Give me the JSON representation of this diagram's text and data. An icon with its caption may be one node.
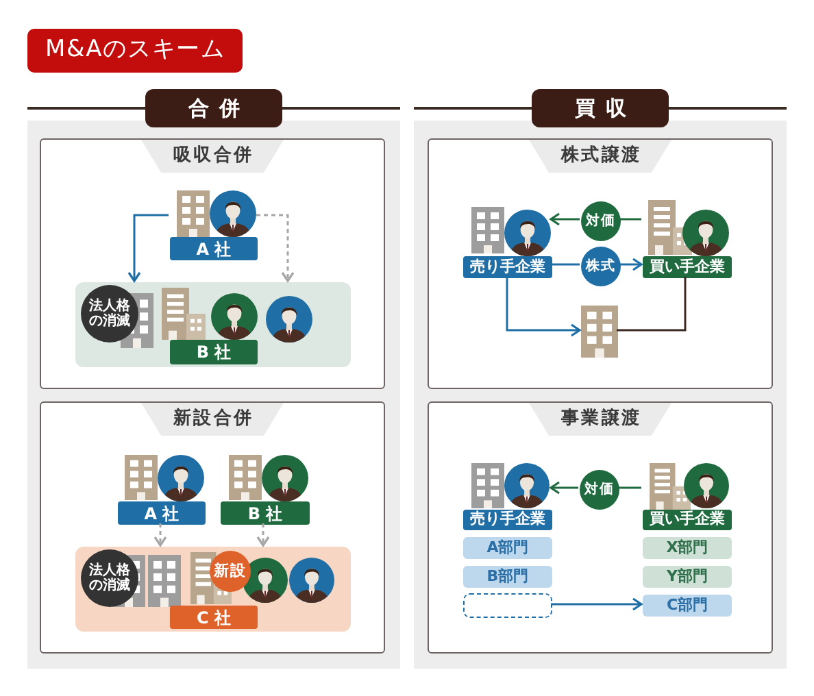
{
  "diagram": {
    "title": "M&Aのスキーム",
    "nodes": [
      {
        "text": [
          "合併"
        ]
      },
      {
        "text": [
          "吸収合併"
        ],
        "in": 0
      },
      {
        "text": [
          "A 社"
        ],
        "in": 1
      },
      {
        "text": [
          "B 社"
        ],
        "in": 1
      },
      {
        "text": [
          "法人格の消滅"
        ],
        "in": 3
      },
      {
        "text": [
          "新設合併"
        ],
        "in": 0
      },
      {
        "text": [
          "A 社"
        ],
        "in": 5
      },
      {
        "text": [
          "B 社"
        ],
        "in": 5
      },
      {
        "text": [
          "C 社"
        ],
        "in": 5
      },
      {
        "text": [
          "法人格の消滅"
        ],
        "in": 8
      },
      {
        "text": [
          "新設"
        ],
        "in": 8
      },
      {
        "text": [
          "買収"
        ]
      },
      {
        "text": [
          "株式譲渡"
        ],
        "in": 11
      },
      {
        "text": [
          "売り手企業"
        ],
        "in": 12
      },
      {
        "text": [
          "対価"
        ],
        "in": 12
      },
      {
        "text": [
          "買い手企業"
        ],
        "in": 12
      },
      {
        "text": [
          "株式"
        ],
        "in": 12
      },
      {
        "text": [],
        "shape": "picture",
        "in": 12
      },
      {
        "text": [
          "事業譲渡"
        ],
        "in": 11
      },
      {
        "text": [
          "売り手企業"
        ],
        "in": 18
      },
      {
        "text": [
          "対価"
        ],
        "in": 18
      },
      {
        "text": [
          "買い手企業"
        ],
        "in": 18
      },
      {
        "text": [
          "A部門"
        ],
        "in": 18
      },
      {
        "text": [
          "X部門"
        ],
        "in": 18
      },
      {
        "text": [
          "B部門"
        ],
        "in": 18
      },
      {
        "text": [
          "Y部門"
        ],
        "in": 18
      },
      {
        "text": [],
        "shape": "box",
        "in": 18
      },
      {
        "text": [
          "C部門"
        ],
        "in": 18
      }
    ],
    "edges": [
      {
        "from": 2,
        "to": 3,
        "arrow": "to"
      },
      {
        "from": 2,
        "to": 3,
        "arrow": "to",
        "style": "dashed",
        "color": "#a6a6a6"
      },
      {
        "from": 6,
        "to": 8,
        "arrow": "to",
        "style": "dashed",
        "color": "#a6a6a6"
      },
      {
        "from": 7,
        "to": 8,
        "arrow": "to",
        "style": "dashed",
        "color": "#a6a6a6"
      },
      {
        "from": 15,
        "to": 14,
        "arrow": "none",
        "color": "#1f6b3f"
      },
      {
        "from": 14,
        "to": 13,
        "arrow": "to",
        "color": "#1f6b3f"
      },
      {
        "from": 13,
        "to": 16,
        "arrow": "none"
      },
      {
        "from": 16,
        "to": 15,
        "arrow": "to"
      },
      {
        "from": 13,
        "to": 17,
        "arrow": "to"
      },
      {
        "from": 15,
        "to": 17,
        "arrow": "none",
        "color": "#3b2a22"
      },
      {
        "from": 21,
        "to": 20,
        "arrow": "none",
        "color": "#1f6b3f"
      },
      {
        "from": 20,
        "to": 19,
        "arrow": "to",
        "color": "#1f6b3f"
      },
      {
        "from": 26,
        "to": 27,
        "arrow": "to"
      }
    ]
  }
}
